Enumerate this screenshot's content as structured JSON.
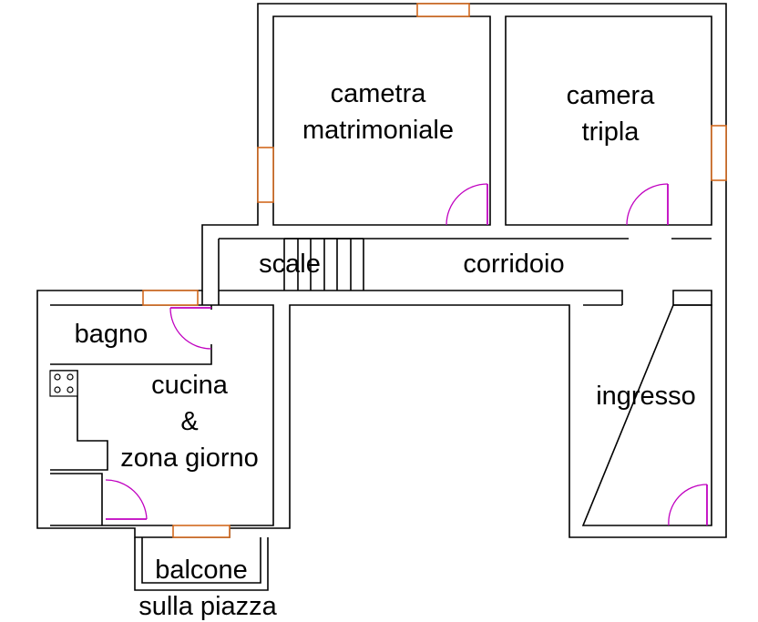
{
  "rooms": {
    "master_bedroom": [
      "cametra",
      "matrimoniale"
    ],
    "triple_bedroom": [
      "camera",
      "tripla"
    ],
    "stairs": "scale",
    "corridor": "corridoio",
    "bathroom": "bagno",
    "kitchen": [
      "cucina",
      "&",
      "zona giorno"
    ],
    "entrance": "ingresso",
    "balcony": [
      "balcone",
      "sulla piazza"
    ]
  },
  "colors": {
    "wall": "#000000",
    "window": "#d2691e",
    "door": "#c000c0"
  }
}
